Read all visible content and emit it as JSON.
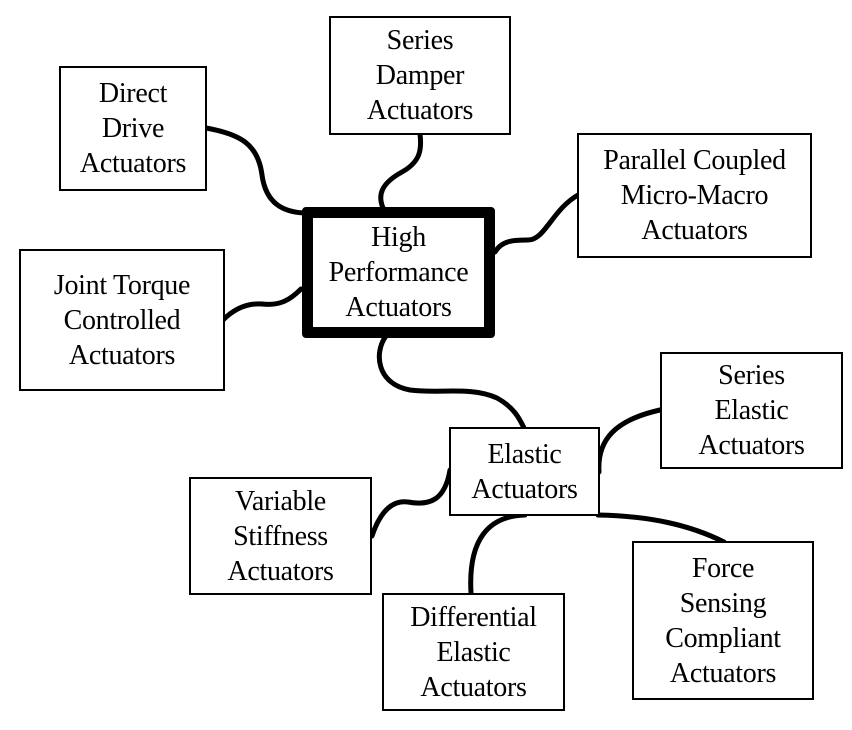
{
  "diagram": {
    "type": "mind-map",
    "root": {
      "id": "high-performance",
      "lines": [
        "High",
        "Performance",
        "Actuators"
      ]
    },
    "nodes": [
      {
        "id": "direct-drive",
        "lines": [
          "Direct",
          "Drive",
          "Actuators"
        ],
        "parent": "high-performance"
      },
      {
        "id": "series-damper",
        "lines": [
          "Series",
          "Damper",
          "Actuators"
        ],
        "parent": "high-performance"
      },
      {
        "id": "parallel-coupled",
        "lines": [
          "Parallel Coupled",
          "Micro-Macro",
          "Actuators"
        ],
        "parent": "high-performance"
      },
      {
        "id": "joint-torque",
        "lines": [
          "Joint Torque",
          "Controlled",
          "Actuators"
        ],
        "parent": "high-performance"
      },
      {
        "id": "elastic",
        "lines": [
          "Elastic",
          "Actuators"
        ],
        "parent": "high-performance"
      },
      {
        "id": "series-elastic",
        "lines": [
          "Series",
          "Elastic",
          "Actuators"
        ],
        "parent": "elastic"
      },
      {
        "id": "variable-stiffness",
        "lines": [
          "Variable",
          "Stiffness",
          "Actuators"
        ],
        "parent": "elastic"
      },
      {
        "id": "differential-elastic",
        "lines": [
          "Differential",
          "Elastic",
          "Actuators"
        ],
        "parent": "elastic"
      },
      {
        "id": "force-sensing",
        "lines": [
          "Force",
          "Sensing",
          "Compliant",
          "Actuators"
        ],
        "parent": "elastic"
      }
    ]
  }
}
